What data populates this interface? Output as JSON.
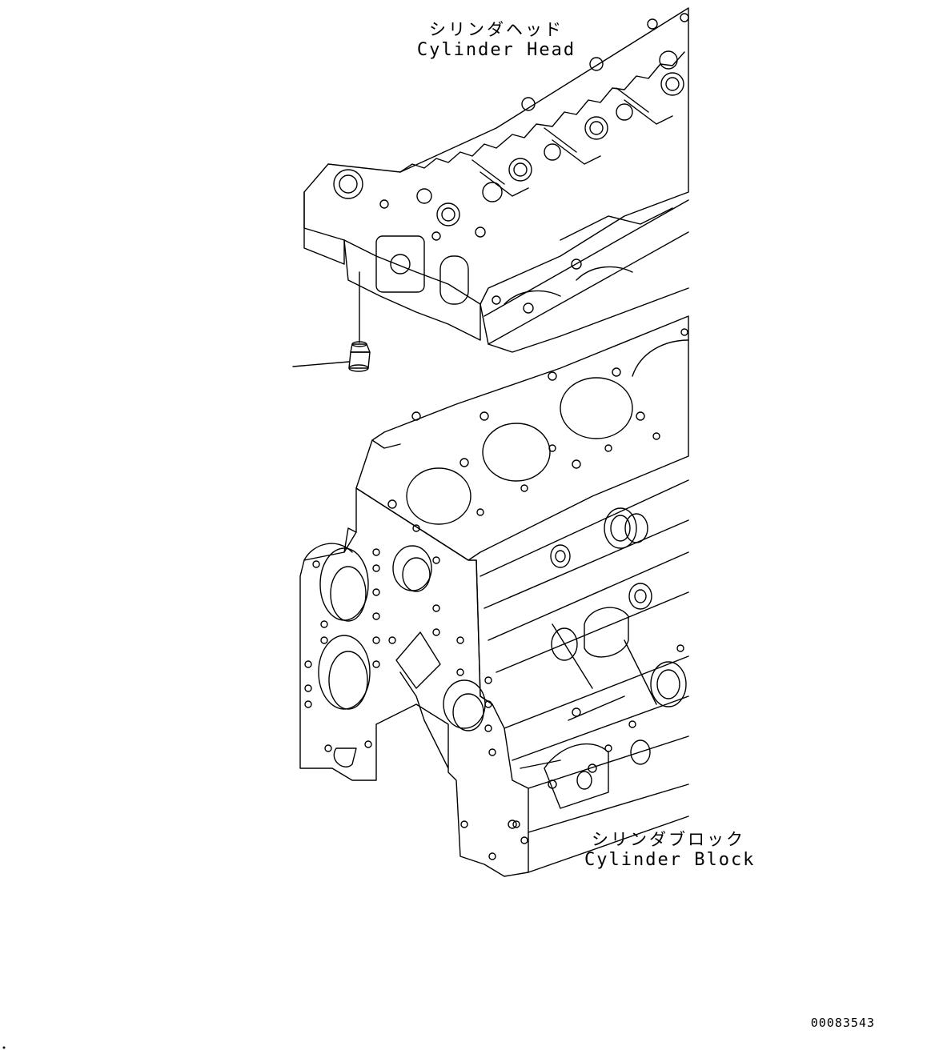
{
  "labels": {
    "cylinder_head_ja": "シリンダヘッド",
    "cylinder_head_en": "Cylinder Head",
    "cylinder_block_ja": "シリンダブロック",
    "cylinder_block_en": "Cylinder Block"
  },
  "drawing_number": "00083543",
  "colors": {
    "line": "#000000",
    "background": "#ffffff"
  }
}
